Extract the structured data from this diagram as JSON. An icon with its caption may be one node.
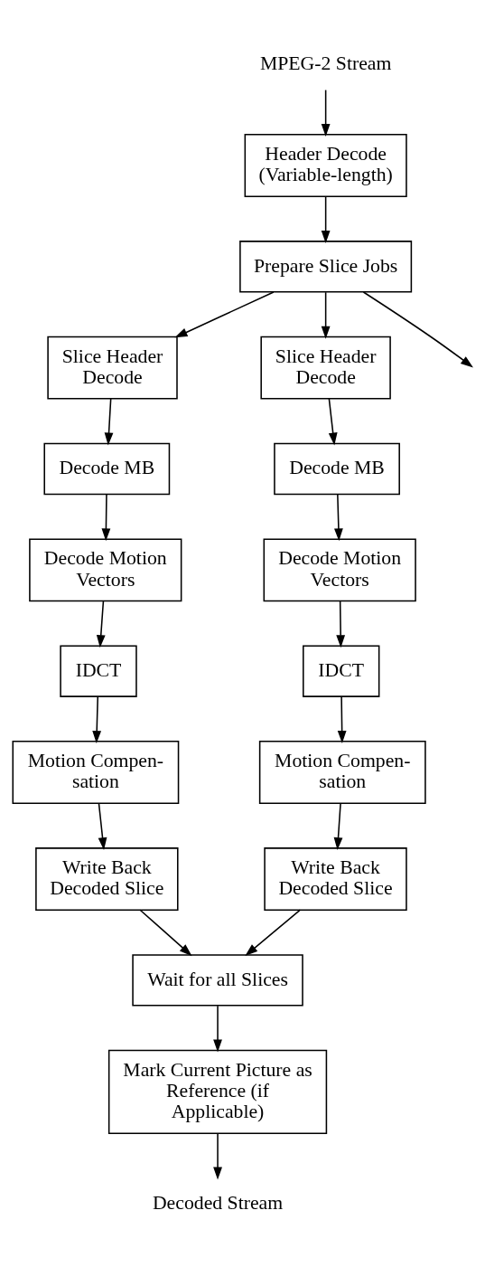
{
  "diagram": {
    "nodes": [
      {
        "text": [
          "MPEG-2 Stream"
        ]
      },
      {
        "text": [
          "Header Decode (Variable-length)"
        ]
      },
      {
        "text": [
          "Prepare Slice Jobs"
        ]
      },
      {
        "text": [
          "Slice Header Decode"
        ]
      },
      {
        "text": [
          "Slice Header Decode"
        ]
      },
      {
        "text": [
          "Decode MB"
        ]
      },
      {
        "text": [
          "Decode MB"
        ]
      },
      {
        "text": [
          "Decode Motion Vectors"
        ]
      },
      {
        "text": [
          "Decode Motion Vectors"
        ]
      },
      {
        "text": [
          "IDCT"
        ]
      },
      {
        "text": [
          "IDCT"
        ]
      },
      {
        "text": [
          "Motion Compen- sation"
        ]
      },
      {
        "text": [
          "Motion Compen- sation"
        ]
      },
      {
        "text": [
          "Write Back Decoded Slice"
        ]
      },
      {
        "text": [
          "Write Back Decoded Slice"
        ]
      },
      {
        "text": [
          "Wait for all Slices"
        ]
      },
      {
        "text": [
          "Mark Current Picture as Reference (if Applicable)"
        ]
      },
      {
        "text": [
          "Decoded Stream"
        ]
      }
    ],
    "edges": [
      {
        "from": 0,
        "to": 1,
        "arrow": "to"
      },
      {
        "from": 1,
        "to": 2,
        "arrow": "to"
      },
      {
        "from": 2,
        "to": 3,
        "arrow": "to"
      },
      {
        "from": 2,
        "to": null,
        "arrow": "to"
      },
      {
        "from": 2,
        "to": 4,
        "arrow": "to"
      },
      {
        "from": 3,
        "to": 5,
        "arrow": "to"
      },
      {
        "from": 4,
        "to": 6,
        "arrow": "to"
      },
      {
        "from": 5,
        "to": 7,
        "arrow": "to"
      },
      {
        "from": 6,
        "to": 8,
        "arrow": "to"
      },
      {
        "from": 7,
        "to": 9,
        "arrow": "to"
      },
      {
        "from": 8,
        "to": 10,
        "arrow": "to"
      },
      {
        "from": 9,
        "to": 11,
        "arrow": "to"
      },
      {
        "from": 10,
        "to": 12,
        "arrow": "to"
      },
      {
        "from": 11,
        "to": 13,
        "arrow": "to"
      },
      {
        "from": 12,
        "to": 14,
        "arrow": "to"
      },
      {
        "from": 13,
        "to": 15,
        "arrow": "to"
      },
      {
        "from": 14,
        "to": 15,
        "arrow": "to"
      },
      {
        "from": 15,
        "to": 16,
        "arrow": "to"
      },
      {
        "from": 16,
        "to": 17,
        "arrow": "to"
      }
    ]
  }
}
